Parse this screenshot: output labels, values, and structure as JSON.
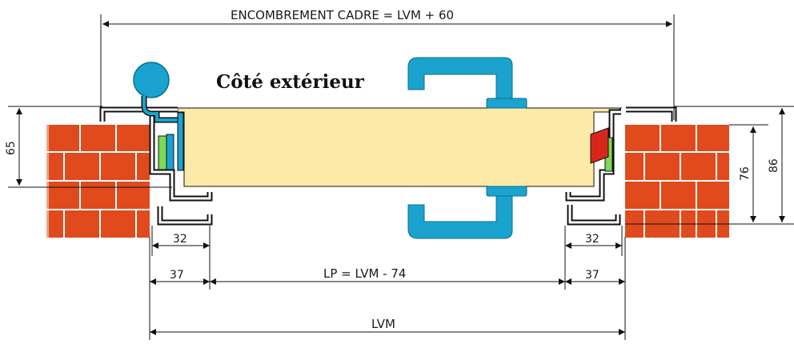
{
  "title": "Côté extérieur",
  "dimensions": {
    "overall_frame": "ENCOMBREMENT CADRE  = LVM + 60",
    "passage_width": "LP = LVM - 74",
    "wall_opening": "LVM",
    "left_inner": "32",
    "left_outer": "37",
    "right_inner": "32",
    "right_outer": "37",
    "height_left": "65",
    "height_right_inner": "76",
    "height_right_outer": "86"
  },
  "colors": {
    "brick": "#e04a1c",
    "door_leaf": "#fde9a8",
    "handle": "#1aa3cf",
    "gasket": "#7ed957",
    "wedge": "#d9261c",
    "profile": "#111111"
  }
}
